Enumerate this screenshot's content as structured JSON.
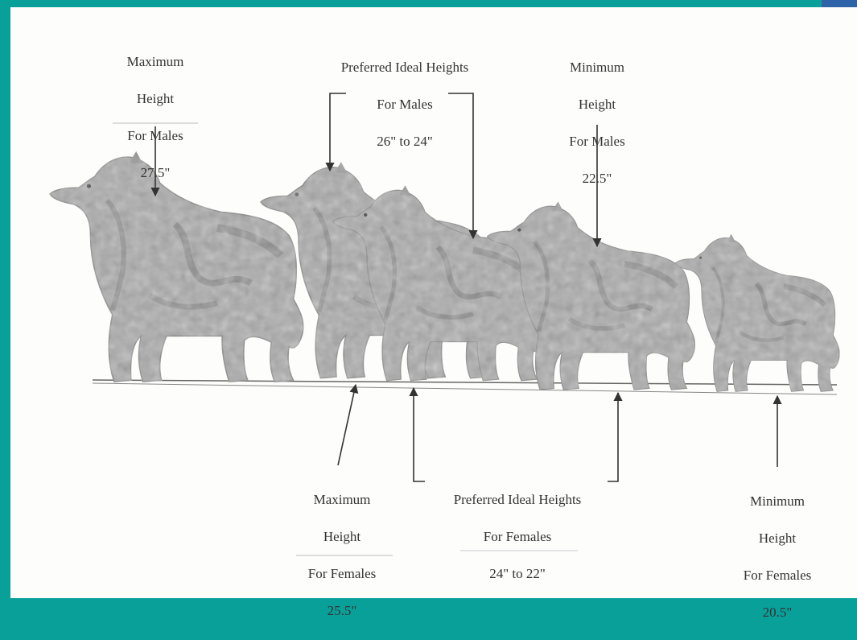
{
  "labels": {
    "male_max": {
      "line1": "Maximum",
      "line2": "Height",
      "line3": "For Males",
      "line4": "27.5\""
    },
    "male_pref": {
      "line1": "Preferred Ideal Heights",
      "line2": "For Males",
      "line3": "26\" to 24\""
    },
    "male_min": {
      "line1": "Minimum",
      "line2": "Height",
      "line3": "For Males",
      "line4": "22.5\""
    },
    "female_max": {
      "line1": "Maximum",
      "line2": "Height",
      "line3": "For Females",
      "line4": "25.5\""
    },
    "female_pref": {
      "line1": "Preferred Ideal Heights",
      "line2": "For Females",
      "line3": "24\" to 22\""
    },
    "female_min": {
      "line1": "Minimum",
      "line2": "Height",
      "line3": "For Females",
      "line4": "20.5\""
    }
  },
  "colors": {
    "frame": "#0aa09a",
    "corner": "#2f63a8",
    "panel": "#fdfdfc",
    "dog_fill": "#a9a9a9",
    "dog_dark": "#6e6e6e",
    "ink": "#333333"
  },
  "icons": [
    "collie-dog-silhouette",
    "arrow-down",
    "arrow-up"
  ]
}
